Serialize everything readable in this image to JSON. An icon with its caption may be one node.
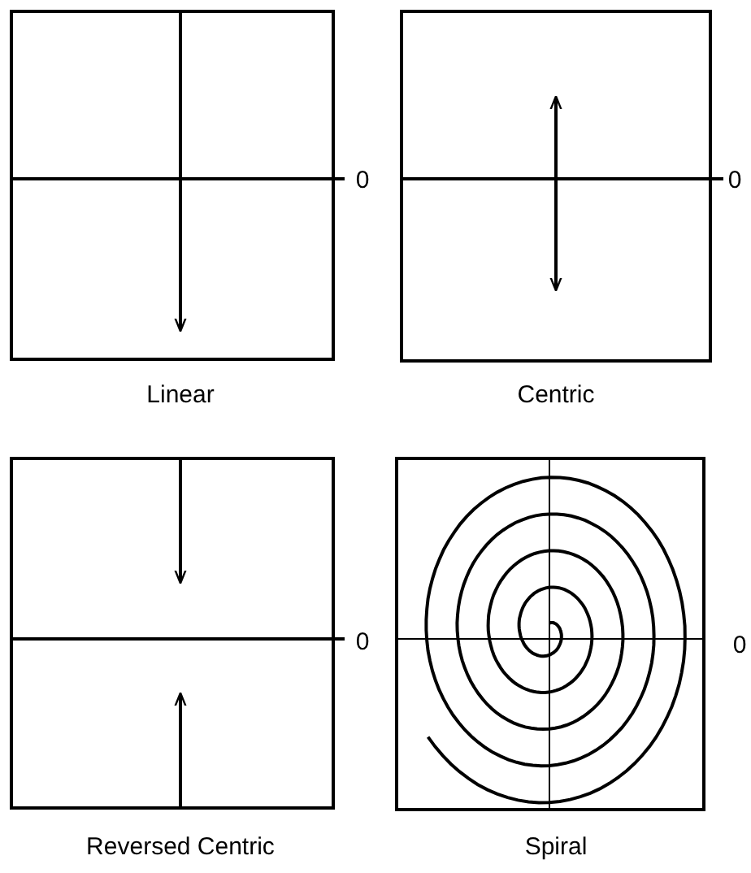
{
  "diagram": {
    "labels": [
      "0",
      "0",
      "Linear",
      "Centric",
      "0",
      "0",
      "Reversed Centric",
      "Spiral"
    ]
  }
}
